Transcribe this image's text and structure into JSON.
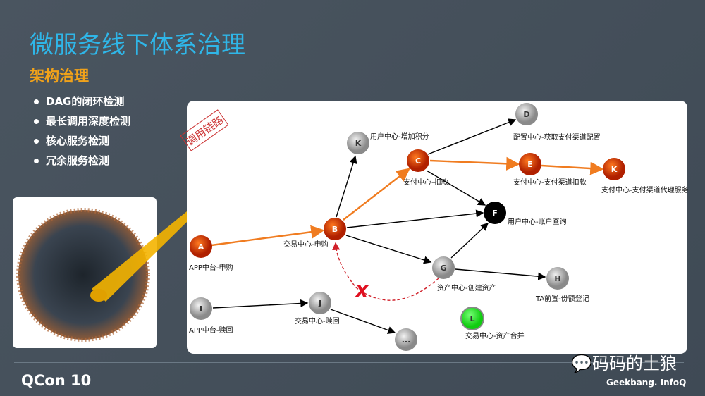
{
  "title": "微服务线下体系治理",
  "subtitle": "架构治理",
  "bullets": [
    "DAG的闭环检测",
    "最长调用深度检测",
    "核心服务检测",
    "冗余服务检测"
  ],
  "diagram": {
    "stamp": "调用链路",
    "nodes": [
      {
        "id": "A",
        "label": "APP中台-申购",
        "color": "orange"
      },
      {
        "id": "B",
        "label": "交易中心-申购",
        "color": "orange"
      },
      {
        "id": "K",
        "label": "用户中心-增加积分",
        "color": "gray"
      },
      {
        "id": "C",
        "label": "支付中心-扣款",
        "color": "orange"
      },
      {
        "id": "D",
        "label": "配置中心-获取支付渠道配置",
        "color": "gray"
      },
      {
        "id": "E",
        "label": "支付中心-支付渠道扣款",
        "color": "orange"
      },
      {
        "id": "K",
        "label": "支付中心-支付渠道代理服务",
        "color": "orange"
      },
      {
        "id": "F",
        "label": "用户中心-账户查询",
        "color": "black"
      },
      {
        "id": "G",
        "label": "资产中心-创建资产",
        "color": "gray"
      },
      {
        "id": "H",
        "label": "TA前置-份额登记",
        "color": "gray"
      },
      {
        "id": "I",
        "label": "APP中台-赎回",
        "color": "gray"
      },
      {
        "id": "J",
        "label": "交易中心-赎回",
        "color": "gray"
      },
      {
        "id": "...",
        "label": "",
        "color": "gray"
      },
      {
        "id": "L",
        "label": "交易中心-资产合并",
        "color": "green"
      }
    ],
    "cycle_mark": "X"
  },
  "footer": {
    "logo": "QCon 10",
    "brand": "码码的土狼",
    "sponsor": "Geekbang. InfoQ"
  }
}
